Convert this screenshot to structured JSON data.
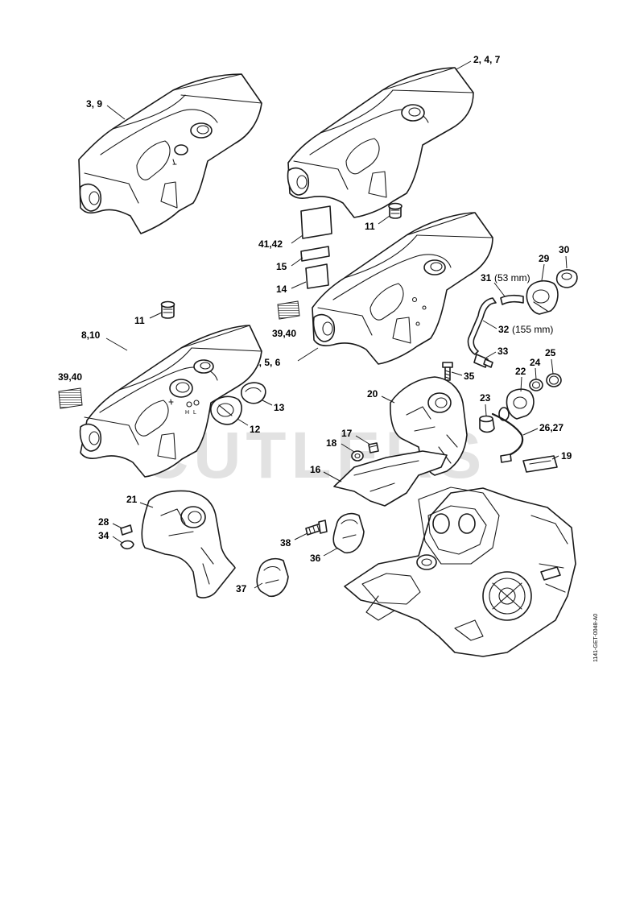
{
  "watermark": "CUTLERS",
  "reference_code": "1141-GET-0048-A0",
  "callouts": {
    "c_3_9": "3, 9",
    "c_2_4_7": "2, 4, 7",
    "c_11a": "11",
    "c_41_42": "41,42",
    "c_15": "15",
    "c_14": "14",
    "c_39_40a": "39,40",
    "c_1_5_6": "1, 5, 6",
    "c_11b": "11",
    "c_8_10": "8,10",
    "c_39_40b": "39,40",
    "c_13": "13",
    "c_12": "12",
    "c_29": "29",
    "c_30": "30",
    "c_31": "31",
    "c_31_size": "(53 mm)",
    "c_32": "32",
    "c_32_size": "(155 mm)",
    "c_33": "33",
    "c_24": "24",
    "c_25": "25",
    "c_22": "22",
    "c_35": "35",
    "c_20": "20",
    "c_23": "23",
    "c_26_27": "26,27",
    "c_17": "17",
    "c_18": "18",
    "c_19": "19",
    "c_16": "16",
    "c_21": "21",
    "c_28": "28",
    "c_34": "34",
    "c_38": "38",
    "c_36": "36",
    "c_37": "37"
  },
  "cover_markings": {
    "h": "H",
    "l": "L"
  }
}
